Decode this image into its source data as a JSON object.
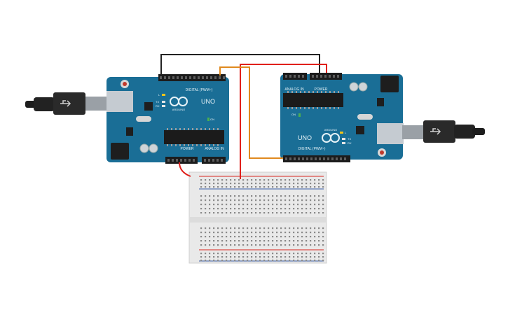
{
  "left_board": {
    "model": "UNO",
    "brand": "ARDUINO",
    "digital_header": "DIGITAL (PWM~)",
    "power_header": "POWER",
    "analog_header": "ANALOG IN",
    "tx_label": "TX",
    "rx_label": "RX",
    "l_label": "L",
    "on_label": "ON"
  },
  "right_board": {
    "model": "UNO",
    "brand": "ARDUINO",
    "digital_header": "DIGITAL (PWM~)",
    "power_header": "POWER",
    "analog_header": "ANALOG IN",
    "tx_label": "TX",
    "rx_label": "RX",
    "l_label": "L",
    "on_label": "ON"
  },
  "colors": {
    "board": "#1a6e96",
    "wire_black": "#222222",
    "wire_red": "#e0201b",
    "wire_orange": "#e0891e",
    "breadboard": "#e9e9e9",
    "rail_red": "#d9281e",
    "rail_blue": "#3a5ea8"
  },
  "icons": [
    "usb-plug-icon",
    "arduino-logo-icon"
  ]
}
